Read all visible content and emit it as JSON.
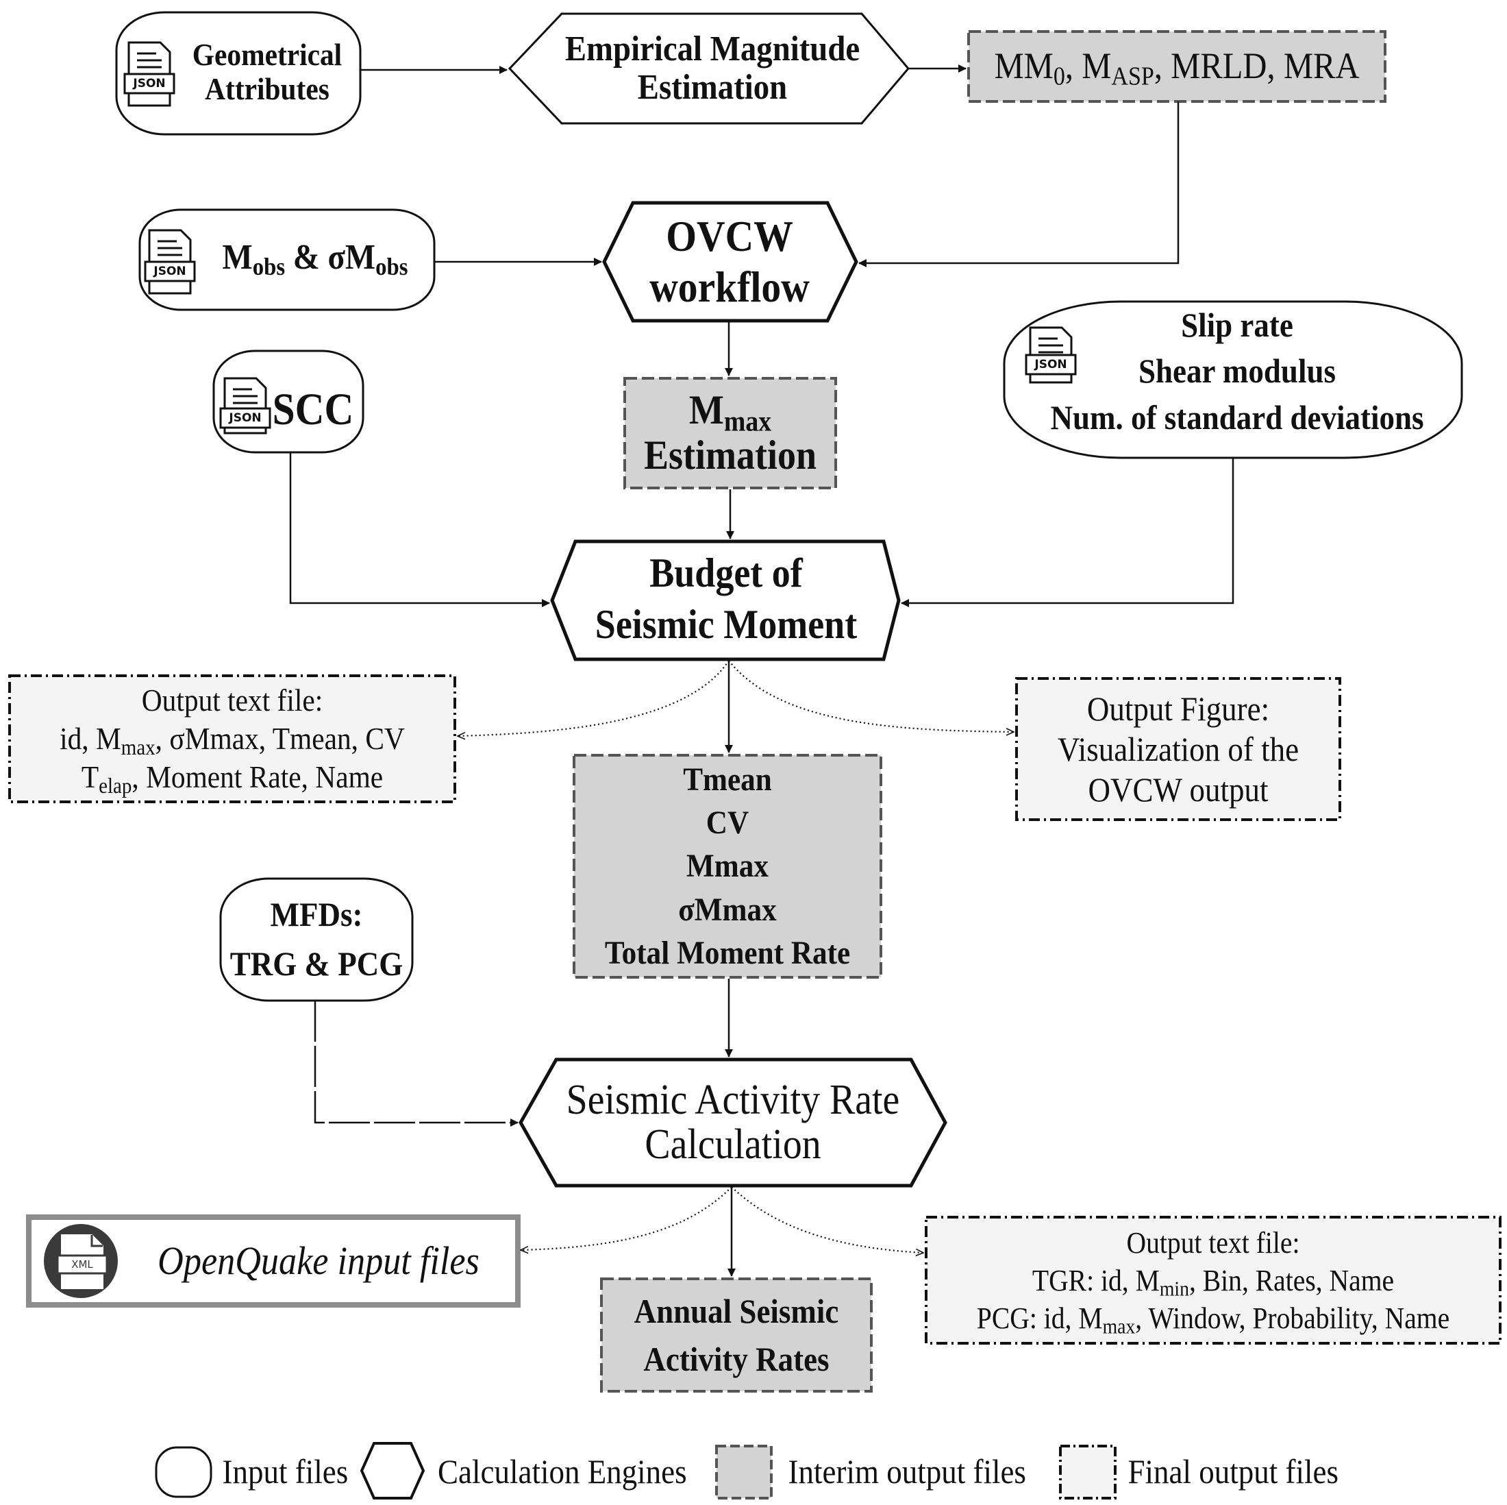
{
  "inputs": {
    "geometrical": {
      "line1": "Geometrical",
      "line2": "Attributes",
      "icon": "json-file-icon"
    },
    "mobs": {
      "m": "M",
      "obs1": "obs",
      "amp": " & σM",
      "obs2": "obs",
      "icon": "json-file-icon"
    },
    "scc": {
      "label": "SCC",
      "icon": "json-file-icon"
    },
    "slip": {
      "line1": "Slip rate",
      "line2": "Shear modulus",
      "line3": "Num. of standard deviations",
      "icon": "json-file-icon"
    },
    "mfds": {
      "line1": "MFDs:",
      "line2": "TRG & PCG"
    },
    "json_label": "JSON",
    "xml_label": "XML"
  },
  "engines": {
    "empirical": {
      "line1": "Empirical Magnitude",
      "line2": "Estimation"
    },
    "ovcw": {
      "line1": "OVCW",
      "line2": "workflow"
    },
    "budget": {
      "line1": "Budget of",
      "line2": "Seismic Moment"
    },
    "activity": {
      "line1": "Seismic Activity Rate",
      "line2": "Calculation"
    }
  },
  "interim": {
    "mm": {
      "a": "MM",
      "a_sub": "0",
      "b": ", M",
      "b_sub": "ASP",
      "c": ", MRLD, MRA"
    },
    "mmax": {
      "m": "M",
      "m_sub": "max",
      "line2": "Estimation"
    },
    "params": {
      "line1": "Tmean",
      "line2": "CV",
      "line3": "Mmax",
      "line4": "σMmax",
      "line5": "Total Moment Rate"
    },
    "annual": {
      "line1": "Annual Seismic",
      "line2": "Activity Rates"
    }
  },
  "final": {
    "text1": {
      "line1": "Output text file:",
      "l2a": "id, M",
      "l2sub": "max",
      "l2b": ", σMmax, Tmean, CV",
      "l3a": "T",
      "l3sub": "elap",
      "l3b": ", Moment Rate, Name"
    },
    "figure": {
      "line1": "Output Figure:",
      "line2": "Visualization of the",
      "line3": "OVCW output"
    },
    "openquake": {
      "label": "OpenQuake input files"
    },
    "text2": {
      "line1": "Output text file:",
      "l2a": "TGR: id, M",
      "l2sub": "min",
      "l2b": ", Bin, Rates, Name",
      "l3a": "PCG: id, M",
      "l3sub": "max",
      "l3b": ", Window, Probability, Name"
    }
  },
  "legend": {
    "input": "Input files",
    "engines": "Calculation Engines",
    "interim": "Interim output files",
    "final": "Final output files"
  },
  "colors": {
    "interim_fill": "#d3d3d3",
    "final_fill": "#f4f4f4",
    "stroke": "#1a1a1a",
    "openquake_border": "#8c8c8c"
  }
}
